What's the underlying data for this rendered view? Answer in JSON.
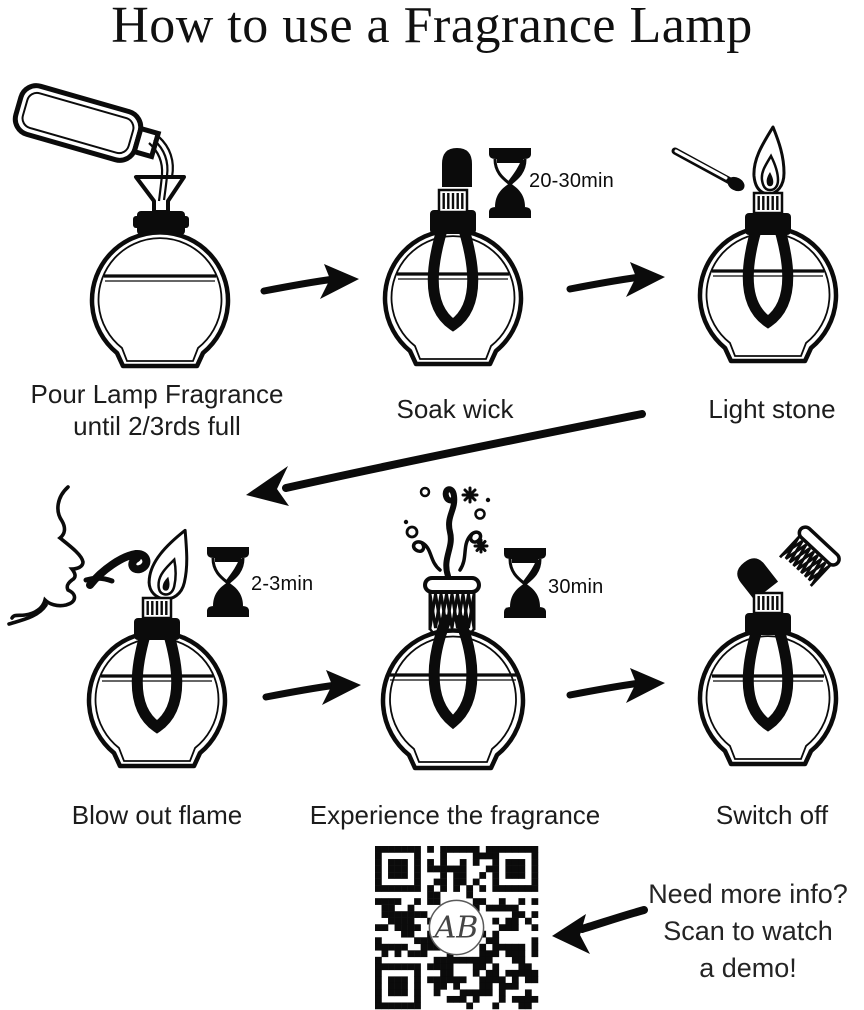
{
  "colors": {
    "ink": "#0b0b0b",
    "paper": "#ffffff"
  },
  "title": "How to use a Fragrance Lamp",
  "steps": [
    {
      "caption": [
        "Pour Lamp Fragrance",
        "until 2/3rds full"
      ]
    },
    {
      "caption": [
        "Soak wick"
      ],
      "timer": "20-30min"
    },
    {
      "caption": [
        "Light stone"
      ]
    },
    {
      "caption": [
        "Blow out flame"
      ],
      "timer": "2-3min"
    },
    {
      "caption": [
        "Experience the fragrance"
      ],
      "timer": "30min"
    },
    {
      "caption": [
        "Switch off"
      ]
    }
  ],
  "footer": {
    "lines": [
      "Need more info?",
      "Scan to watch",
      "a demo!"
    ],
    "qr_monogram": "AB"
  }
}
